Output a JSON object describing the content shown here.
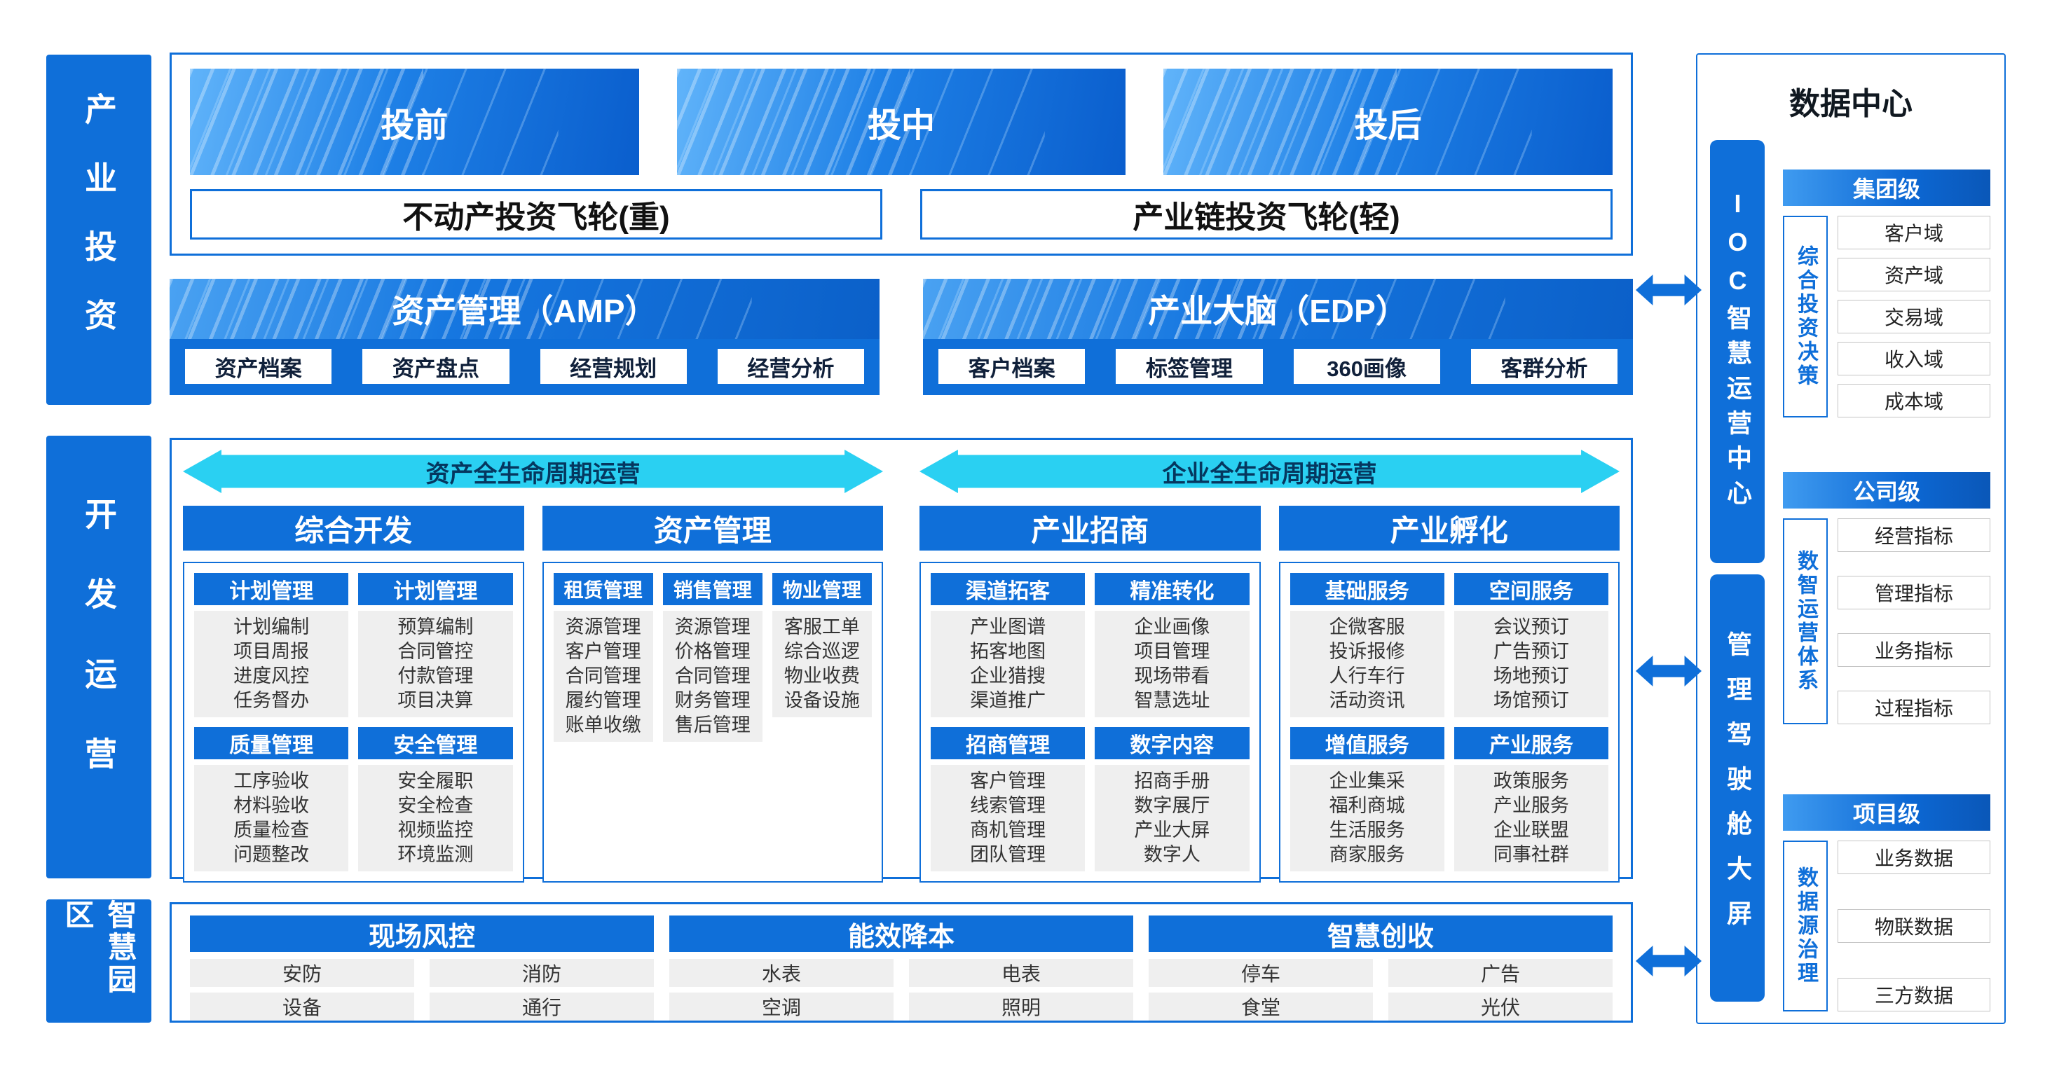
{
  "colors": {
    "primary": "#0f6fd9",
    "cyan": "#2ad0f2",
    "item_gray": "#efefef"
  },
  "left_sections": [
    {
      "label": "产业投资"
    },
    {
      "label": "开发运营"
    },
    {
      "label": "智慧园区"
    }
  ],
  "invest": {
    "phases": [
      "投前",
      "投中",
      "投后"
    ],
    "flywheels": [
      "不动产投资飞轮(重)",
      "产业链投资飞轮(轻)"
    ],
    "panels": [
      {
        "title": "资产管理（AMP）",
        "chips": [
          "资产档案",
          "资产盘点",
          "经营规划",
          "经营分析"
        ]
      },
      {
        "title": "产业大脑（EDP）",
        "chips": [
          "客户档案",
          "标签管理",
          "360画像",
          "客群分析"
        ]
      }
    ]
  },
  "dev": {
    "arrows": [
      "资产全生命周期运营",
      "企业全生命周期运营"
    ],
    "columns": [
      {
        "title": "综合开发",
        "groups": [
          {
            "name": "计划管理",
            "items": [
              "计划编制",
              "项目周报",
              "进度风控",
              "任务督办"
            ]
          },
          {
            "name": "计划管理",
            "items": [
              "预算编制",
              "合同管控",
              "付款管理",
              "项目决算"
            ]
          },
          {
            "name": "质量管理",
            "items": [
              "工序验收",
              "材料验收",
              "质量检查",
              "问题整改"
            ]
          },
          {
            "name": "安全管理",
            "items": [
              "安全履职",
              "安全检查",
              "视频监控",
              "环境监测"
            ]
          }
        ]
      },
      {
        "title": "资产管理",
        "groups": [
          {
            "name": "租赁管理",
            "items": [
              "资源管理",
              "客户管理",
              "合同管理",
              "履约管理",
              "账单收缴"
            ]
          },
          {
            "name": "销售管理",
            "items": [
              "资源管理",
              "价格管理",
              "合同管理",
              "财务管理",
              "售后管理"
            ]
          },
          {
            "name": "物业管理",
            "items": [
              "客服工单",
              "综合巡逻",
              "物业收费",
              "设备设施"
            ]
          }
        ]
      },
      {
        "title": "产业招商",
        "groups": [
          {
            "name": "渠道拓客",
            "items": [
              "产业图谱",
              "拓客地图",
              "企业猎搜",
              "渠道推广"
            ]
          },
          {
            "name": "精准转化",
            "items": [
              "企业画像",
              "项目管理",
              "现场带看",
              "智慧选址"
            ]
          },
          {
            "name": "招商管理",
            "items": [
              "客户管理",
              "线索管理",
              "商机管理",
              "团队管理"
            ]
          },
          {
            "name": "数字内容",
            "items": [
              "招商手册",
              "数字展厅",
              "产业大屏",
              "数字人"
            ]
          }
        ]
      },
      {
        "title": "产业孵化",
        "groups": [
          {
            "name": "基础服务",
            "items": [
              "企微客服",
              "投诉报修",
              "人行车行",
              "活动资讯"
            ]
          },
          {
            "name": "空间服务",
            "items": [
              "会议预订",
              "广告预订",
              "场地预订",
              "场馆预订"
            ]
          },
          {
            "name": "增值服务",
            "items": [
              "企业集采",
              "福利商城",
              "生活服务",
              "商家服务"
            ]
          },
          {
            "name": "产业服务",
            "items": [
              "政策服务",
              "产业服务",
              "企业联盟",
              "同事社群"
            ]
          }
        ]
      }
    ]
  },
  "park": {
    "groups": [
      {
        "title": "现场风控",
        "items": [
          "安防",
          "消防",
          "设备",
          "通行"
        ]
      },
      {
        "title": "能效降本",
        "items": [
          "水表",
          "电表",
          "空调",
          "照明"
        ]
      },
      {
        "title": "智慧创收",
        "items": [
          "停车",
          "广告",
          "食堂",
          "光伏"
        ]
      }
    ]
  },
  "right_bars": [
    {
      "label": "IOC智慧运营中心"
    },
    {
      "label": "管理驾驶舱大屏"
    }
  ],
  "data_center": {
    "title": "数据中心",
    "sections": [
      {
        "level": "集团级",
        "vertical": "综合投资决策",
        "items": [
          "客户域",
          "资产域",
          "交易域",
          "收入域",
          "成本域"
        ]
      },
      {
        "level": "公司级",
        "vertical": "数智运营体系",
        "items": [
          "经营指标",
          "管理指标",
          "业务指标",
          "过程指标"
        ]
      },
      {
        "level": "项目级",
        "vertical": "数据源治理",
        "items": [
          "业务数据",
          "物联数据",
          "三方数据"
        ]
      }
    ]
  }
}
